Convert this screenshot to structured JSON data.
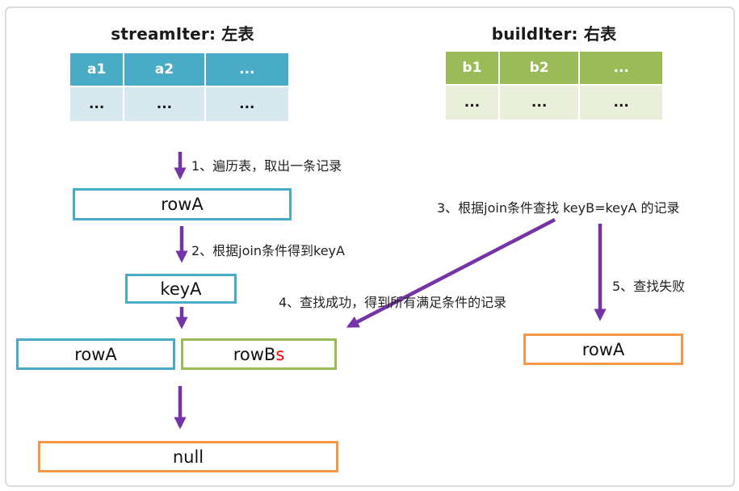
{
  "colors": {
    "teal": "#4AABC7",
    "teal_light": "#D7E8EE",
    "green": "#9BBB59",
    "green_light": "#E9EFDB",
    "orange": "#F79646",
    "purple": "#7434A8",
    "red": "#FF0000",
    "ink": "#1A1A1A",
    "frame": "#DBDBDB"
  },
  "left_table": {
    "title": "streamIter: 左表",
    "headers": [
      "a1",
      "a2",
      "..."
    ],
    "row": [
      "...",
      "...",
      "..."
    ]
  },
  "right_table": {
    "title": "buildIter: 右表",
    "headers": [
      "b1",
      "b2",
      "..."
    ],
    "row": [
      "...",
      "...",
      "..."
    ]
  },
  "steps": {
    "step1": "1、遍历表，取出一条记录",
    "step2": "2、根据join条件得到keyA",
    "step3": "3、根据join条件查找 keyB=keyA 的记录",
    "step4": "4、查找成功，得到所有满足条件的记录",
    "step5": "5、查找失败"
  },
  "boxes": {
    "rowA_top": "rowA",
    "keyA": "keyA",
    "rowA_left": "rowA",
    "rowB_prefix": "rowB",
    "rowB_suffix": "s",
    "rowA_right": "rowA",
    "null_box": "null"
  }
}
